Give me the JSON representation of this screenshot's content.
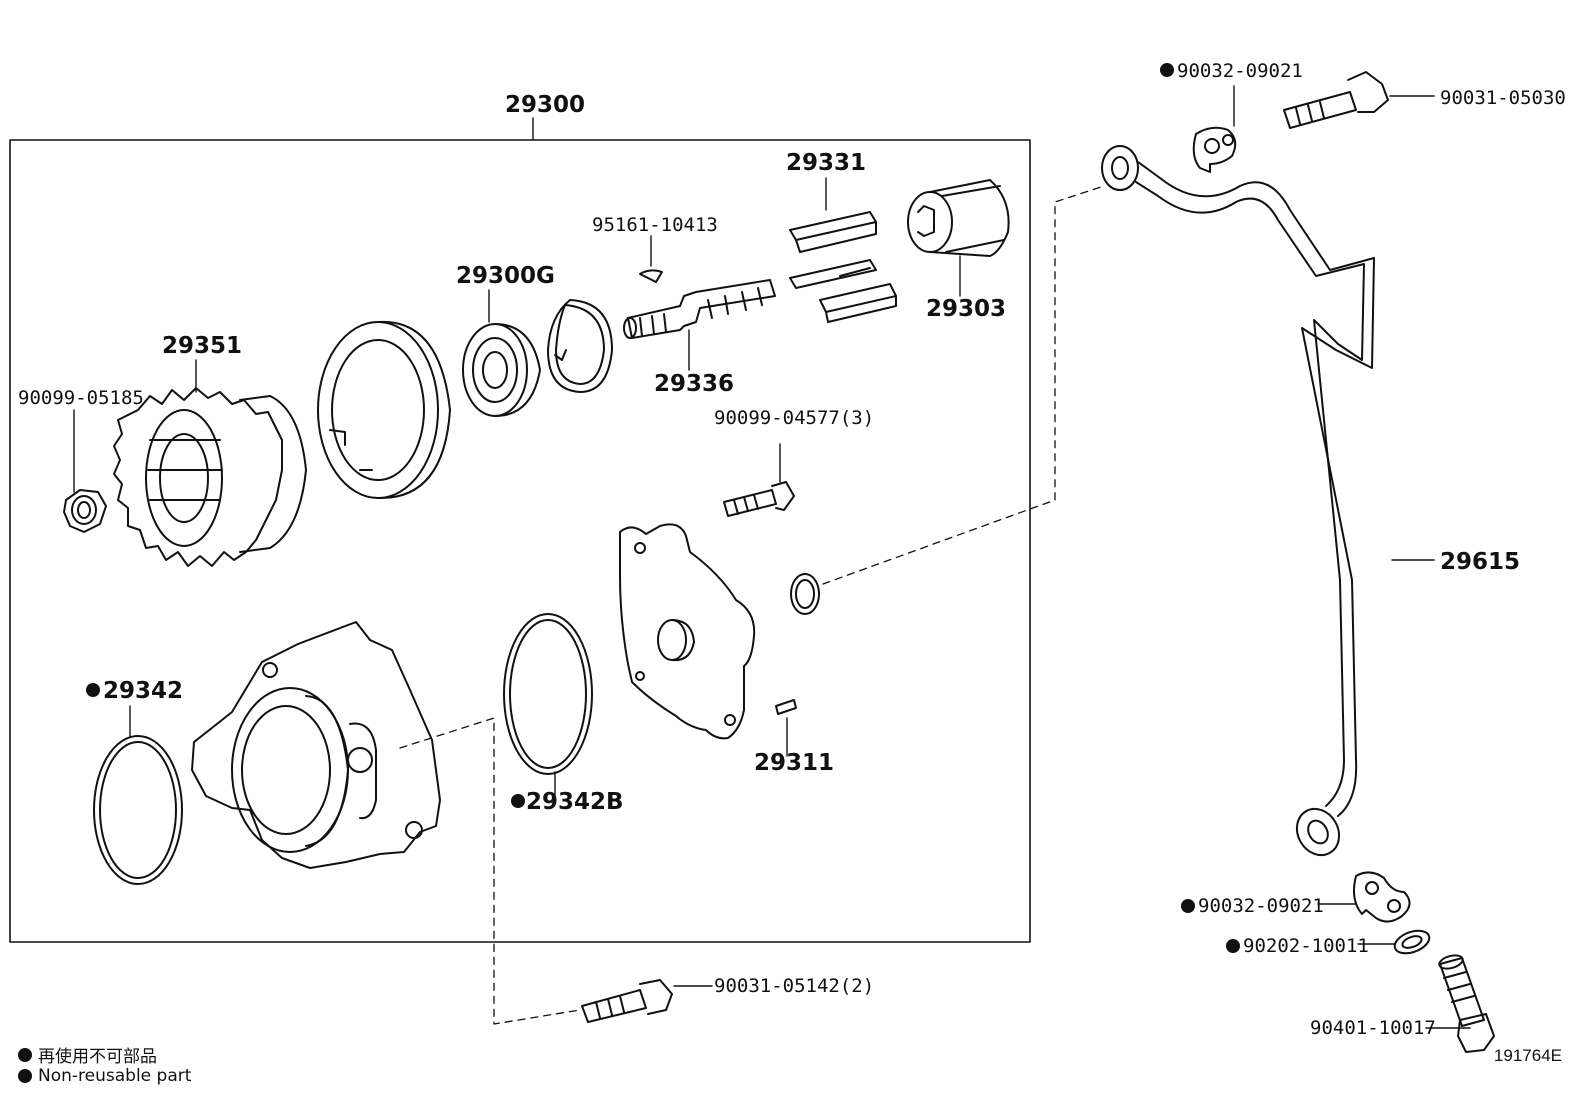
{
  "labels": {
    "p29300": "29300",
    "p29331": "29331",
    "p95161": "95161-10413",
    "p29300G": "29300G",
    "p29351": "29351",
    "p90099_05185": "90099-05185",
    "p29303": "29303",
    "p29336": "29336",
    "p90099_04577": "90099-04577(3)",
    "p29342": "29342",
    "p29342B": "29342B",
    "p29311": "29311",
    "p90031_05142": "90031-05142(2)",
    "p90032_09021_top": "90032-09021",
    "p90031_05030": "90031-05030",
    "p29615": "29615",
    "p90032_09021_bot": "90032-09021",
    "p90202_10011": "90202-10011",
    "p90401_10017": "90401-10017"
  },
  "legend": {
    "line1": "再使用不可部品",
    "line2": "Non-reusable part"
  },
  "figure_id": "191764E"
}
